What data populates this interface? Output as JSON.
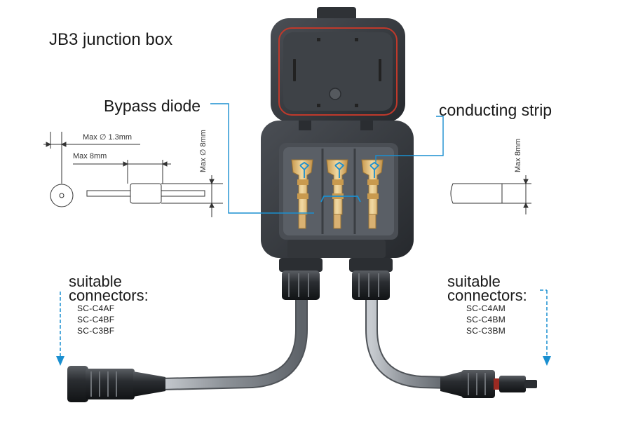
{
  "title": "JB3 junction box",
  "labels": {
    "bypass_diode": "Bypass diode",
    "conducting_strip": "conducting strip"
  },
  "left_connectors": {
    "heading_line1": "suitable",
    "heading_line2": "connectors:",
    "models": [
      "SC-C4AF",
      "SC-C4BF",
      "SC-C3BF"
    ]
  },
  "right_connectors": {
    "heading_line1": "suitable",
    "heading_line2": "connectors:",
    "models": [
      "SC-C4AM",
      "SC-C4BM",
      "SC-C3BM"
    ]
  },
  "dimensions": {
    "diode_lead_diameter": "Max ∅ 1.3mm",
    "diode_body_length": "Max 8mm",
    "diode_body_diameter": "Max ∅ 8mm",
    "strip_width": "Max 8mm"
  },
  "colors": {
    "callout_line": "#1a8fd0",
    "box_body": "#3c3f44",
    "lid_seal": "#c0392b",
    "terminal_brass": "#e4c07a",
    "cable": "#8d9298"
  }
}
